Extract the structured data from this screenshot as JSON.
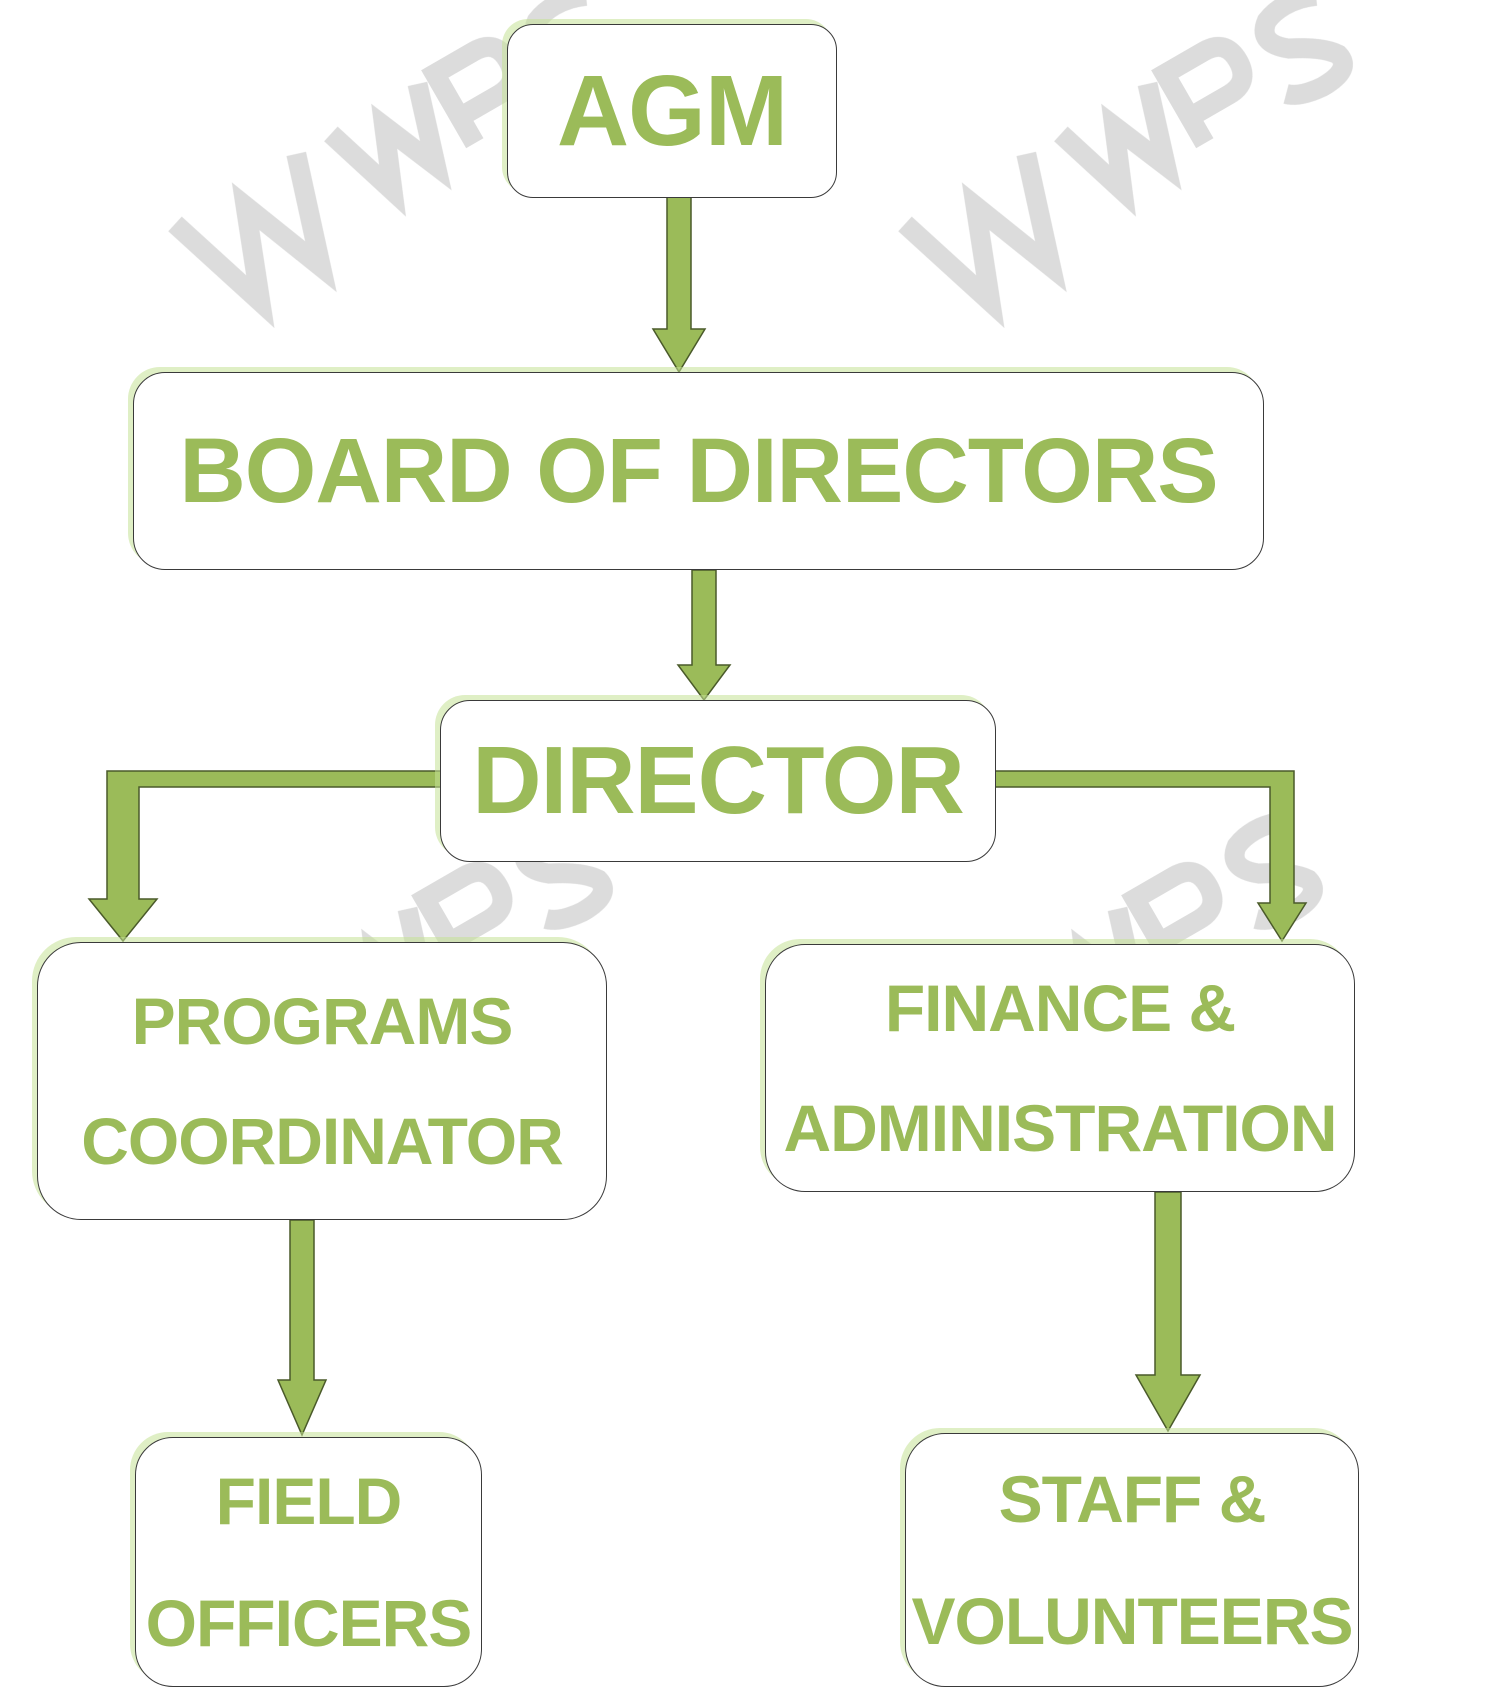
{
  "diagram": {
    "type": "org-chart",
    "colors": {
      "text": "#9bbb59",
      "arrow_fill": "#9bbb59",
      "arrow_stroke": "#4a5a2a",
      "box_border": "#3a3a3a",
      "box_shadow": "#c4e296",
      "watermark": "#d9d9d9"
    },
    "nodes": {
      "agm": {
        "lines": [
          "AGM"
        ]
      },
      "board": {
        "lines": [
          "BOARD OF DIRECTORS"
        ]
      },
      "director": {
        "lines": [
          "DIRECTOR"
        ]
      },
      "programs": {
        "lines": [
          "PROGRAMS",
          "COORDINATOR"
        ]
      },
      "finance": {
        "lines": [
          "FINANCE &",
          "ADMINISTRATION"
        ]
      },
      "field": {
        "lines": [
          "FIELD",
          "OFFICERS"
        ]
      },
      "staff": {
        "lines": [
          "STAFF &",
          "VOLUNTEERS"
        ]
      }
    },
    "edges": [
      {
        "from": "agm",
        "to": "board"
      },
      {
        "from": "board",
        "to": "director"
      },
      {
        "from": "director",
        "to": "programs"
      },
      {
        "from": "director",
        "to": "finance"
      },
      {
        "from": "programs",
        "to": "field"
      },
      {
        "from": "finance",
        "to": "staff"
      }
    ],
    "watermark": {
      "text": "WPS",
      "icon": "wps-logo-icon"
    }
  }
}
